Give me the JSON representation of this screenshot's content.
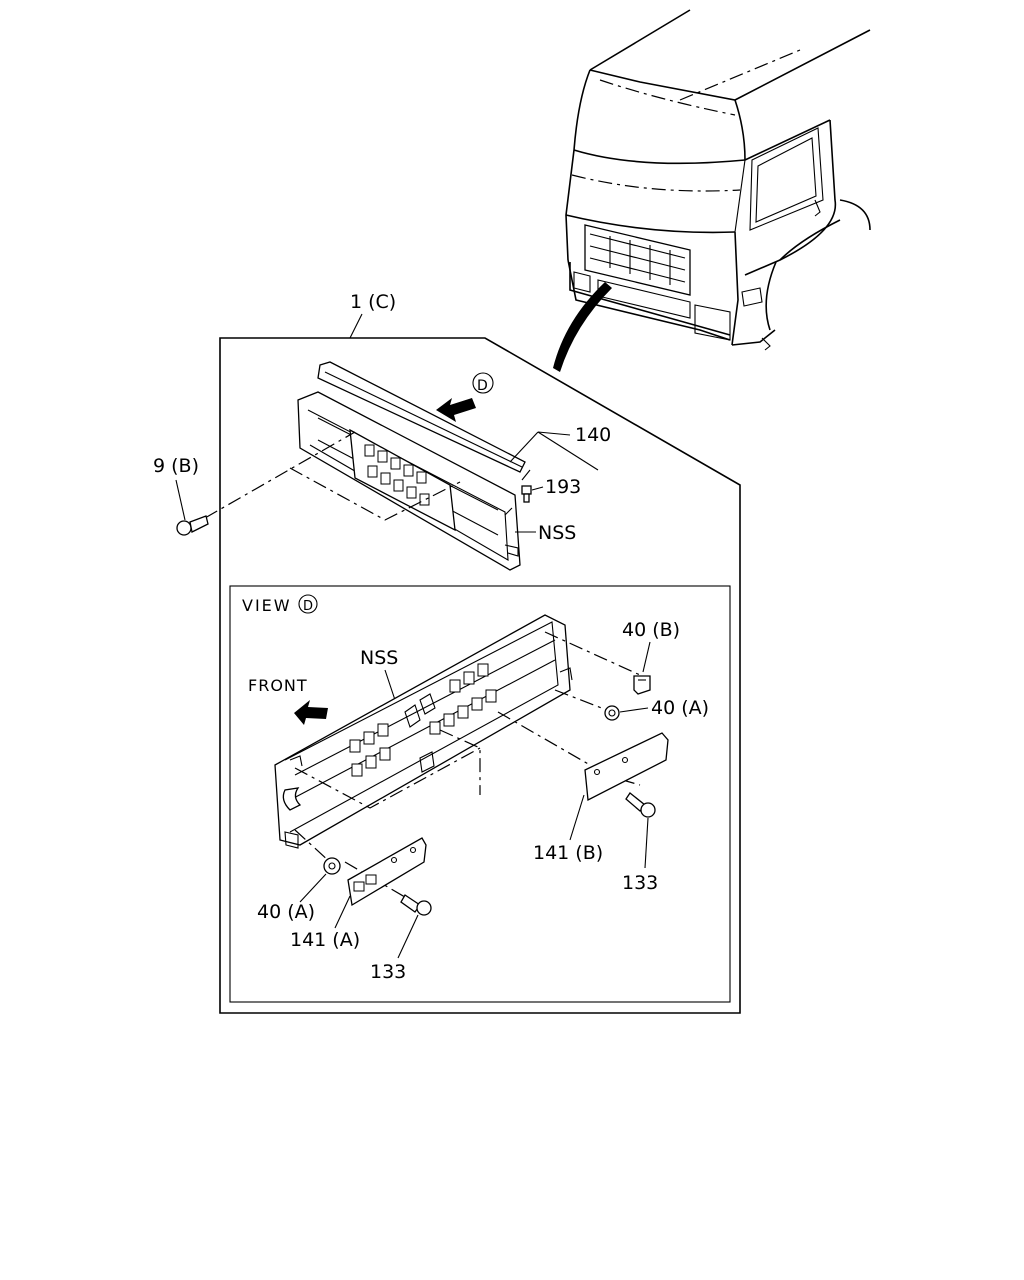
{
  "callouts": {
    "assembly": "1 (C)",
    "view_marker": "D",
    "part_140": "140",
    "part_193": "193",
    "part_9b": "9 (B)",
    "nss_top": "NSS",
    "view_label": "VIEW",
    "nss_view": "NSS",
    "front": "FRONT",
    "part_40b": "40 (B)",
    "part_40a_right": "40 (A)",
    "part_40a_left": "40 (A)",
    "part_141a": "141 (A)",
    "part_141b": "141 (B)",
    "part_133_left": "133",
    "part_133_right": "133"
  },
  "icons": [
    "view-d-circle-icon",
    "arrow-icon",
    "bolt-icon",
    "clip-icon",
    "nut-icon",
    "truck-cab-illustration"
  ]
}
